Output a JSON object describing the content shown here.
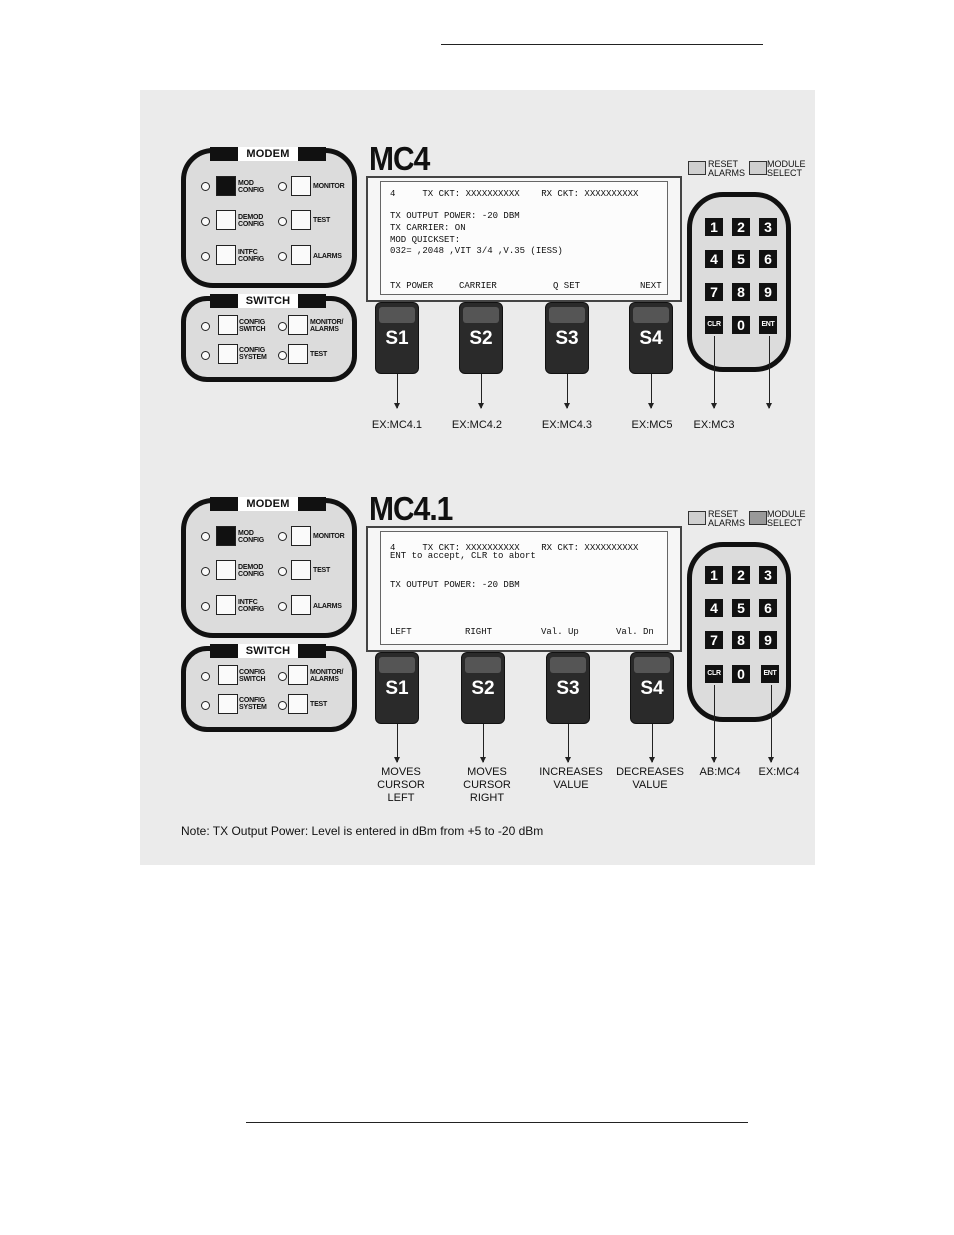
{
  "common": {
    "modem_header": "MODEM",
    "switch_header": "SWITCH",
    "modem_buttons": {
      "mod_config": [
        "MOD",
        "CONFIG"
      ],
      "monitor": [
        "MONITOR"
      ],
      "demod_config": [
        "DEMOD",
        "CONFIG"
      ],
      "test": [
        "TEST"
      ],
      "intfc_config": [
        "INTFC",
        "CONFIG"
      ],
      "alarms": [
        "ALARMS"
      ]
    },
    "switch_buttons": {
      "config_switch": [
        "CONFIG",
        "SWITCH"
      ],
      "monitor_alarms": [
        "MONITOR/",
        "ALARMS"
      ],
      "config_system": [
        "CONFIG",
        "SYSTEM"
      ],
      "test": [
        "TEST"
      ]
    },
    "reset_alarms": [
      "RESET",
      "ALARMS"
    ],
    "module_select": [
      "MODULE",
      "SELECT"
    ],
    "keys": [
      "1",
      "2",
      "3",
      "4",
      "5",
      "6",
      "7",
      "8",
      "9",
      "CLR",
      "0",
      "ENT"
    ],
    "softkeys": [
      "S1",
      "S2",
      "S3",
      "S4"
    ]
  },
  "screens": [
    {
      "title": "MC4",
      "lcd_lines": [
        "4     TX CKT: XXXXXXXXXX    RX CKT: XXXXXXXXXX",
        "",
        "TX OUTPUT POWER: -20 DBM",
        "TX CARRIER: ON",
        "MOD QUICKSET:",
        "032= ,2048 ,VIT 3/4 ,V.35 (IESS)"
      ],
      "softkey_labels": [
        "TX POWER",
        "CARRIER",
        "Q SET",
        "NEXT"
      ],
      "captions": [
        [
          "EX:MC4.1"
        ],
        [
          "EX:MC4.2"
        ],
        [
          "EX:MC4.3"
        ],
        [
          "EX:MC5"
        ],
        [
          "EX:MC3"
        ],
        [
          ""
        ]
      ]
    },
    {
      "title": "MC4.1",
      "lcd_lines": [
        "4     TX CKT: XXXXXXXXXX    RX CKT: XXXXXXXXXX",
        "ENT to accept, CLR to abort",
        "",
        "TX OUTPUT POWER: -20 DBM"
      ],
      "softkey_labels": [
        "LEFT",
        "RIGHT",
        "Val. Up",
        "Val. Dn"
      ],
      "captions": [
        [
          "MOVES",
          "CURSOR",
          "LEFT"
        ],
        [
          "MOVES",
          "CURSOR",
          "RIGHT"
        ],
        [
          "INCREASES",
          "VALUE"
        ],
        [
          "DECREASES",
          "VALUE"
        ],
        [
          "AB:MC4"
        ],
        [
          "EX:MC4"
        ]
      ]
    }
  ],
  "note": "Note: TX Output Power: Level is entered in dBm from +5 to -20 dBm"
}
